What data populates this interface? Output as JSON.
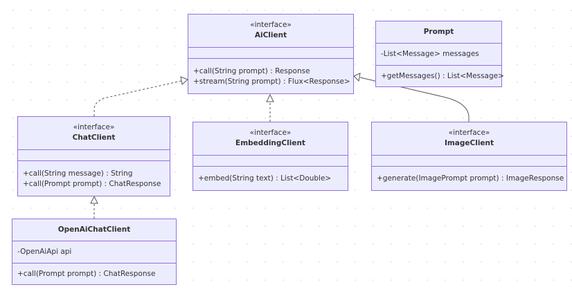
{
  "diagram": {
    "classes": [
      {
        "id": "aiclient",
        "stereotype": "«interface»",
        "name": "AiClient",
        "attributes": [],
        "methods": [
          "+call(String prompt) : Response",
          "+stream(String prompt) : Flux<Response>"
        ]
      },
      {
        "id": "prompt",
        "stereotype": "",
        "name": "Prompt",
        "attributes": [
          "-List<Message> messages"
        ],
        "methods": [
          "+getMessages() : List<Message>"
        ]
      },
      {
        "id": "chatclient",
        "stereotype": "«interface»",
        "name": "ChatClient",
        "attributes": [],
        "methods": [
          "+call(String message) : String",
          "+call(Prompt prompt) : ChatResponse"
        ]
      },
      {
        "id": "embeddingclient",
        "stereotype": "«interface»",
        "name": "EmbeddingClient",
        "attributes": [],
        "methods": [
          "+embed(String text) : List<Double>"
        ]
      },
      {
        "id": "imageclient",
        "stereotype": "«interface»",
        "name": "ImageClient",
        "attributes": [],
        "methods": [
          "+generate(ImagePrompt prompt) : ImageResponse"
        ]
      },
      {
        "id": "openaichatclient",
        "stereotype": "",
        "name": "OpenAiChatClient",
        "attributes": [
          "-OpenAiApi api"
        ],
        "methods": [
          "+call(Prompt prompt) : ChatResponse"
        ]
      }
    ],
    "relations": [
      {
        "from": "chatclient",
        "to": "aiclient",
        "style": "dashed",
        "arrow": "hollow-triangle"
      },
      {
        "from": "embeddingclient",
        "to": "aiclient",
        "style": "dashed",
        "arrow": "hollow-triangle"
      },
      {
        "from": "imageclient",
        "to": "aiclient",
        "style": "solid",
        "arrow": "hollow-triangle"
      },
      {
        "from": "openaichatclient",
        "to": "chatclient",
        "style": "dashed",
        "arrow": "hollow-triangle"
      }
    ],
    "colors": {
      "node_fill": "#ececff",
      "node_border": "#9370db",
      "edge": "#555555",
      "text": "#333333"
    }
  }
}
